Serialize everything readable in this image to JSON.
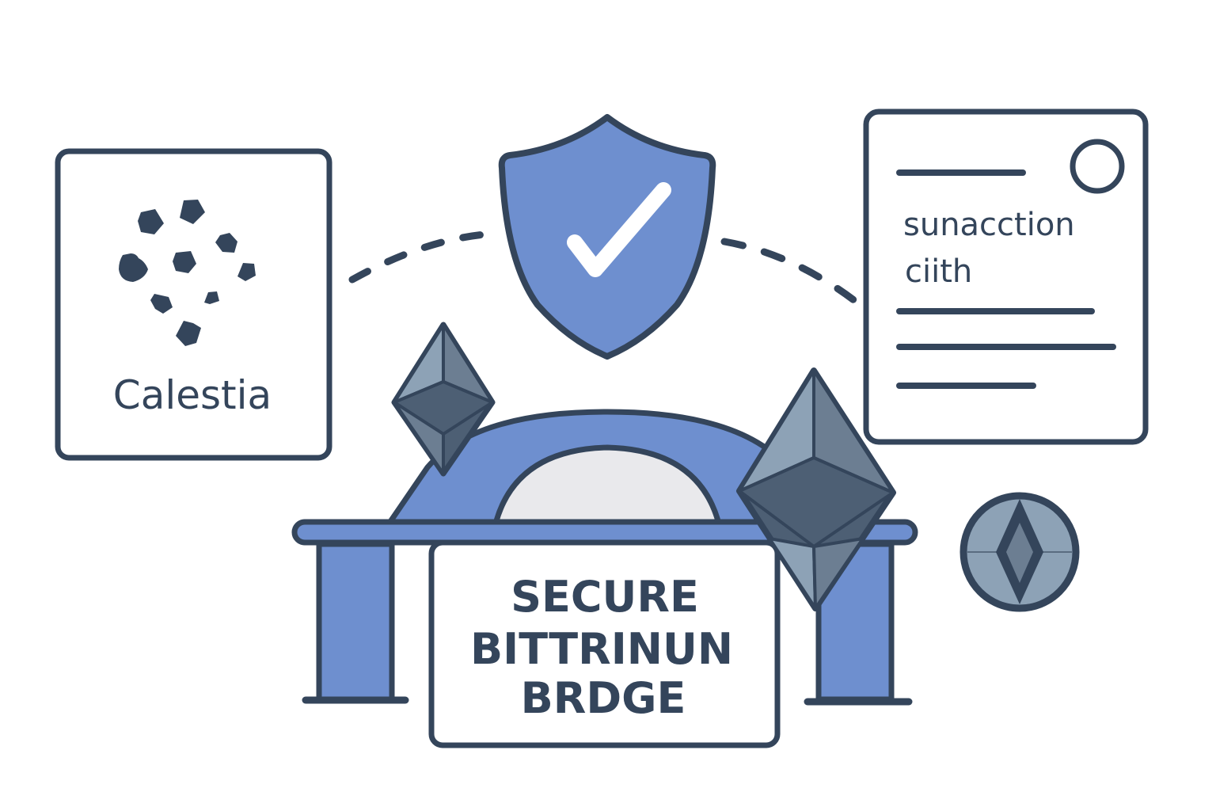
{
  "colors": {
    "outline": "#34455b",
    "accent": "#6e8fcf",
    "arch_inner": "#e9e9ec",
    "eth_light": "#8da2b6",
    "eth_mid": "#6c7e92",
    "eth_dark": "#4d5f74",
    "background": "#ffffff"
  },
  "left_card": {
    "label": "Calestia",
    "icon": "celestia-dots-icon"
  },
  "right_card": {
    "line1": "sunacction",
    "line2": "ciith",
    "icon": "document-icon"
  },
  "center": {
    "shield_icon": "shield-check-icon",
    "banner_lines": [
      "SECURE",
      "BITTRINUN",
      "BRDGE"
    ]
  },
  "decorations": {
    "left_token": "ethereum-icon",
    "right_token": "ethereum-icon",
    "coin": "ethereum-coin-icon",
    "connectors": "dashed-arc"
  }
}
